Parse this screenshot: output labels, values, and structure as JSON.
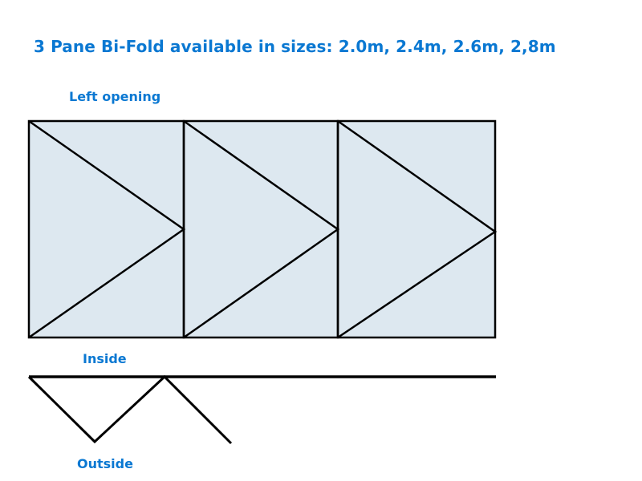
{
  "title": "3 Pane Bi-Fold available in sizes: 2.0m, 2.4m, 2.6m, 2,8m",
  "labels": {
    "opening": "Left opening",
    "inside": "Inside",
    "outside": "Outside"
  },
  "panes": [
    {
      "name": "pane-1",
      "opening_direction": "right-pointing"
    },
    {
      "name": "pane-2",
      "opening_direction": "right-pointing"
    },
    {
      "name": "pane-3",
      "opening_direction": "right-pointing"
    }
  ],
  "colors": {
    "text": "#0a78d2",
    "pane_fill": "#dde8f0",
    "line": "#000000"
  }
}
